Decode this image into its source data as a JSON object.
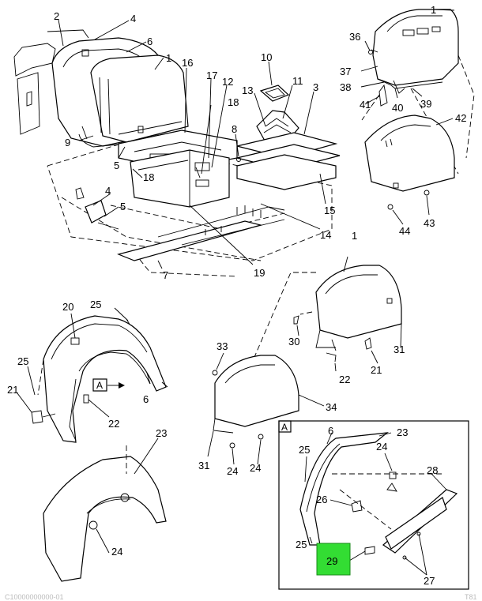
{
  "callouts": [
    {
      "id": "c1a",
      "text": "1"
    },
    {
      "id": "c1b",
      "text": "1"
    },
    {
      "id": "c1c",
      "text": "1"
    },
    {
      "id": "c2",
      "text": "2"
    },
    {
      "id": "c3",
      "text": "3"
    },
    {
      "id": "c4a",
      "text": "4"
    },
    {
      "id": "c4b",
      "text": "4"
    },
    {
      "id": "c5a",
      "text": "5"
    },
    {
      "id": "c5b",
      "text": "5"
    },
    {
      "id": "c6a",
      "text": "6"
    },
    {
      "id": "c6b",
      "text": "6"
    },
    {
      "id": "c6c",
      "text": "6"
    },
    {
      "id": "c7",
      "text": "7"
    },
    {
      "id": "c8",
      "text": "8"
    },
    {
      "id": "c9",
      "text": "9"
    },
    {
      "id": "c10",
      "text": "10"
    },
    {
      "id": "c11",
      "text": "11"
    },
    {
      "id": "c12",
      "text": "12"
    },
    {
      "id": "c13",
      "text": "13"
    },
    {
      "id": "c14",
      "text": "14"
    },
    {
      "id": "c15",
      "text": "15"
    },
    {
      "id": "c16",
      "text": "16"
    },
    {
      "id": "c17",
      "text": "17"
    },
    {
      "id": "c18a",
      "text": "18"
    },
    {
      "id": "c18b",
      "text": "18"
    },
    {
      "id": "c19",
      "text": "19"
    },
    {
      "id": "c20",
      "text": "20"
    },
    {
      "id": "c21a",
      "text": "21"
    },
    {
      "id": "c21b",
      "text": "21"
    },
    {
      "id": "c22a",
      "text": "22"
    },
    {
      "id": "c22b",
      "text": "22"
    },
    {
      "id": "c23a",
      "text": "23"
    },
    {
      "id": "c23b",
      "text": "23"
    },
    {
      "id": "c24a",
      "text": "24"
    },
    {
      "id": "c24b",
      "text": "24"
    },
    {
      "id": "c24c",
      "text": "24"
    },
    {
      "id": "c24d",
      "text": "24"
    },
    {
      "id": "c25a",
      "text": "25"
    },
    {
      "id": "c25b",
      "text": "25"
    },
    {
      "id": "c25c",
      "text": "25"
    },
    {
      "id": "c25d",
      "text": "25"
    },
    {
      "id": "c26",
      "text": "26"
    },
    {
      "id": "c27",
      "text": "27"
    },
    {
      "id": "c28",
      "text": "28"
    },
    {
      "id": "c29",
      "text": "29"
    },
    {
      "id": "c30",
      "text": "30"
    },
    {
      "id": "c31a",
      "text": "31"
    },
    {
      "id": "c31b",
      "text": "31"
    },
    {
      "id": "c33",
      "text": "33"
    },
    {
      "id": "c34",
      "text": "34"
    },
    {
      "id": "c36",
      "text": "36"
    },
    {
      "id": "c37",
      "text": "37"
    },
    {
      "id": "c38",
      "text": "38"
    },
    {
      "id": "c39",
      "text": "39"
    },
    {
      "id": "c40",
      "text": "40"
    },
    {
      "id": "c41",
      "text": "41"
    },
    {
      "id": "c42",
      "text": "42"
    },
    {
      "id": "c43",
      "text": "43"
    },
    {
      "id": "c44",
      "text": "44"
    }
  ],
  "detail": {
    "view_label": "A",
    "ref_label": "A"
  },
  "highlight": {
    "part": "29",
    "color": "#33dd33"
  },
  "footer": {
    "left": "C10000000000-01",
    "right": "T81"
  }
}
